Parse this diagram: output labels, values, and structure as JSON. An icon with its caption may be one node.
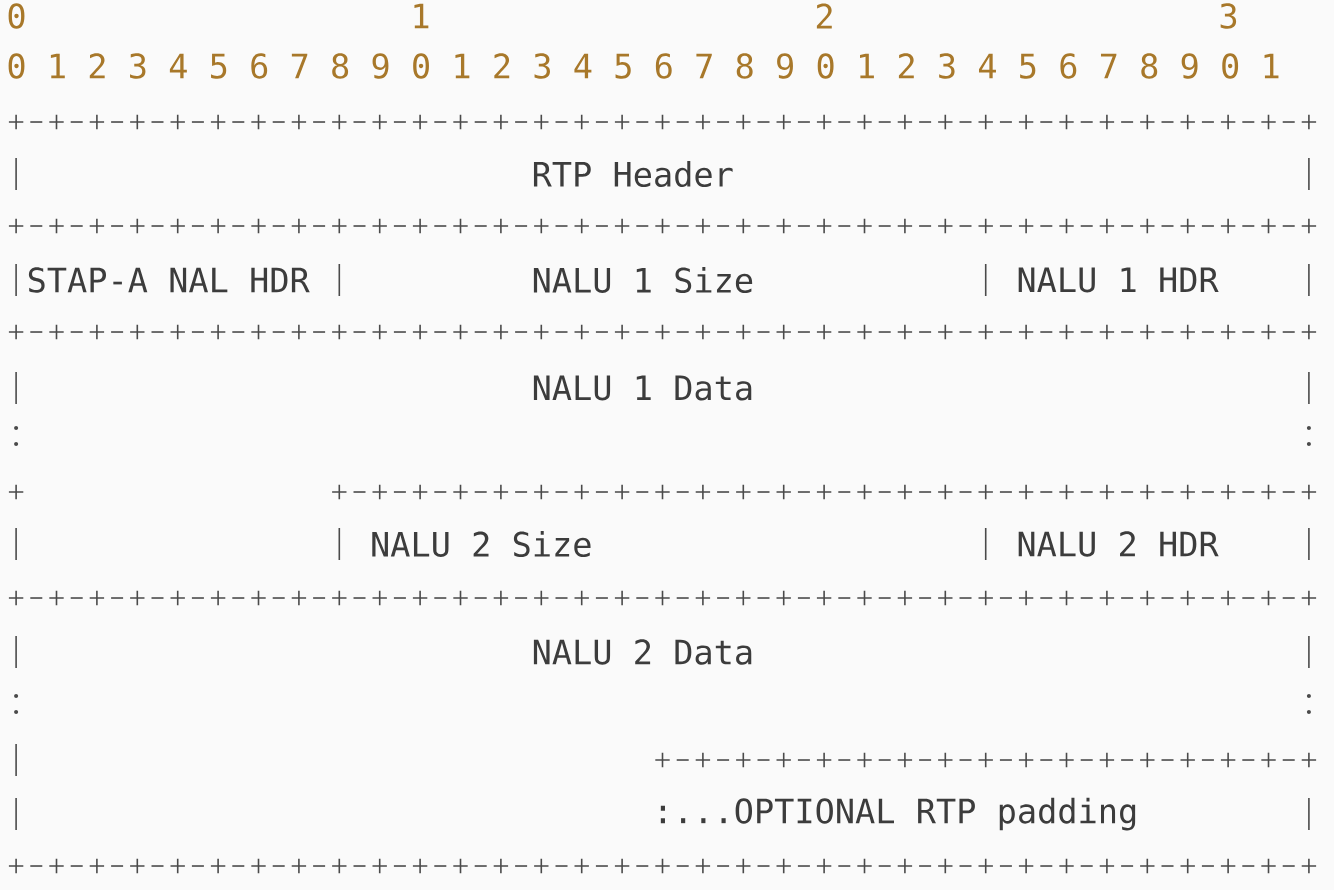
{
  "diagram": {
    "nodes": [
      {
        "text": [
          "RTP Header"
        ]
      },
      {
        "text": [
          "STAP-A NAL HDR"
        ]
      },
      {
        "text": [
          "NALU 1 Size"
        ]
      },
      {
        "text": [
          "NALU 1 HDR"
        ]
      },
      {
        "text": [
          "NALU 1 Data"
        ]
      },
      {
        "text": [
          "NALU 2 Size"
        ]
      },
      {
        "text": [
          "NALU 2 HDR"
        ]
      },
      {
        "text": [
          "NALU 2 Data"
        ]
      },
      {
        "text": [
          ":...OPTIONAL RTP padding"
        ]
      }
    ],
    "labels": [
      "0",
      "1",
      "2",
      "3",
      "0 1 2 3 4 5 6 7 8 9 0 1 2 3 4 5 6 7 8 9 0 1 2 3 4 5 6 7 8 9 0 1"
    ]
  }
}
